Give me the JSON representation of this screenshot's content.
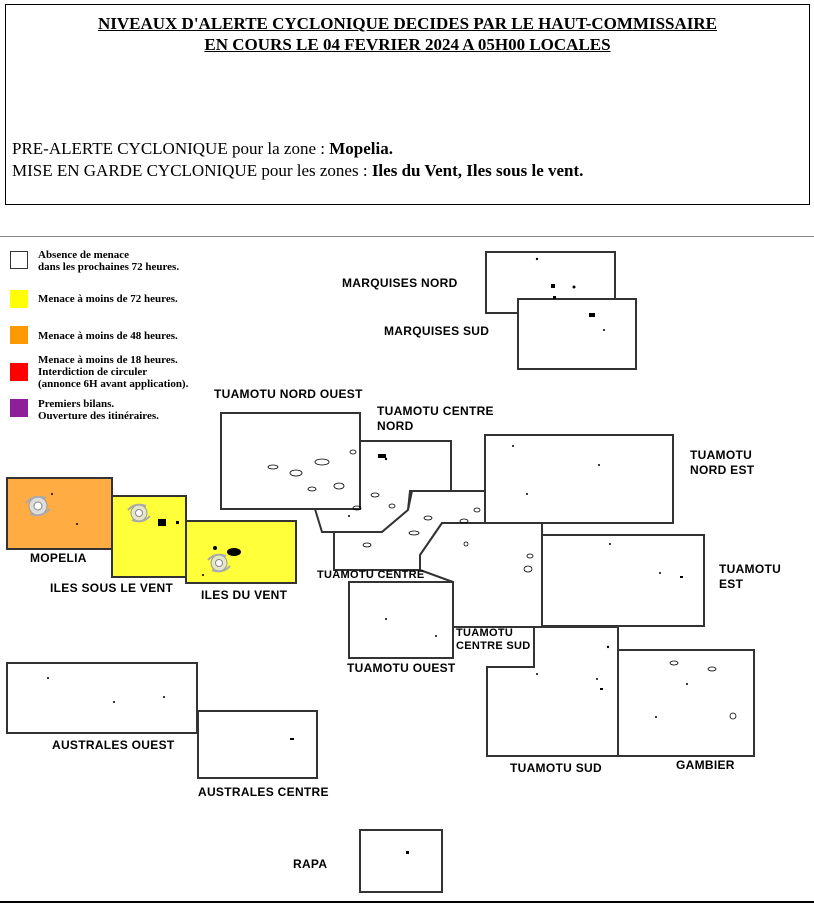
{
  "header": {
    "title_line1": "NIVEAUX D'ALERTE CYCLONIQUE DECIDES PAR LE HAUT-COMMISSAIRE",
    "title_line2": "EN COURS LE 04 FEVRIER 2024 A 05H00 LOCALES",
    "line1_prefix": "PRE-ALERTE CYCLONIQUE",
    "line1_mid": " pour la zone : ",
    "line1_zone": "Mopelia.",
    "line2_prefix": "MISE EN GARDE CYCLONIQUE",
    "line2_mid": " pour les zones : ",
    "line2_zones": "Iles du Vent, Iles sous le vent."
  },
  "legend": [
    {
      "color": "#ffffff",
      "lines": [
        "Absence de menace",
        "dans les prochaines 72 heures."
      ]
    },
    {
      "color": "#ffff00",
      "lines": [
        "Menace à moins de 72 heures."
      ]
    },
    {
      "color": "#ff9900",
      "lines": [
        "Menace à moins de 48 heures."
      ]
    },
    {
      "color": "#ff0000",
      "lines": [
        "Menace à moins de 18 heures.",
        "Interdiction de circuler",
        "(annonce 6H avant application)."
      ]
    },
    {
      "color": "#8e1f99",
      "lines": [
        "Premiers bilans.",
        "Ouverture des itinéraires."
      ]
    }
  ],
  "zones": {
    "marquises_nord": "MARQUISES NORD",
    "marquises_sud": "MARQUISES SUD",
    "tuamotu_nord_ouest": "TUAMOTU NORD OUEST",
    "tuamotu_centre_nord_1": "TUAMOTU CENTRE",
    "tuamotu_centre_nord_2": "NORD",
    "tuamotu_nord_est_1": "TUAMOTU",
    "tuamotu_nord_est_2": "NORD EST",
    "mopelia": "MOPELIA",
    "iles_sous_le_vent": "ILES SOUS LE VENT",
    "iles_du_vent": "ILES DU VENT",
    "tuamotu_centre": "TUAMOTU CENTRE",
    "tuamotu_est_1": "TUAMOTU",
    "tuamotu_est_2": "EST",
    "tuamotu_ouest": "TUAMOTU OUEST",
    "tuamotu_centre_sud_1": "TUAMOTU",
    "tuamotu_centre_sud_2": "CENTRE SUD",
    "australes_ouest": "AUSTRALES OUEST",
    "australes_centre": "AUSTRALES CENTRE",
    "tuamotu_sud": "TUAMOTU SUD",
    "gambier": "GAMBIER",
    "rapa": "RAPA"
  },
  "colors": {
    "no_threat": "#ffffff",
    "threat_72h": "#ffff3a",
    "threat_48h": "#ffad42"
  }
}
